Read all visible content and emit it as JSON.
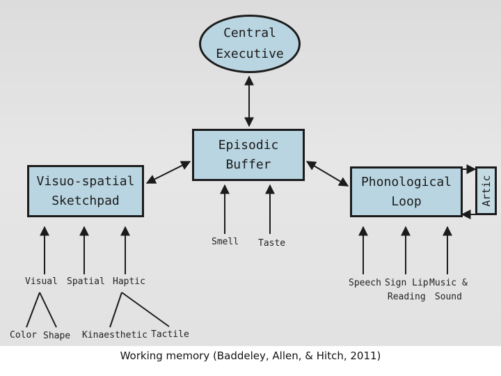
{
  "diagram": {
    "central_executive": "Central\nExecutive",
    "episodic_buffer": "Episodic\nBuffer",
    "visuo_spatial": "Visuo-spatial\nSketchpad",
    "phonological": "Phonological\nLoop",
    "artic": "Artic",
    "buffer_inputs": {
      "smell": "Smell",
      "taste": "Taste"
    },
    "visuo_inputs": {
      "visual": "Visual",
      "spatial": "Spatial",
      "haptic": "Haptic",
      "color": "Color",
      "shape": "Shape",
      "kinaesthetic": "Kinaesthetic",
      "tactile": "Tactile"
    },
    "phono_inputs": {
      "speech": "Speech",
      "sign_lip_reading": "Sign Lip\nReading",
      "music_sound": "Music &\nSound"
    }
  },
  "caption": "Working memory (Baddeley, Allen, & Hitch, 2011)",
  "colors": {
    "box_fill": "#b9d5e1",
    "stroke": "#1b1b1b",
    "background": "#e0e0e0"
  }
}
